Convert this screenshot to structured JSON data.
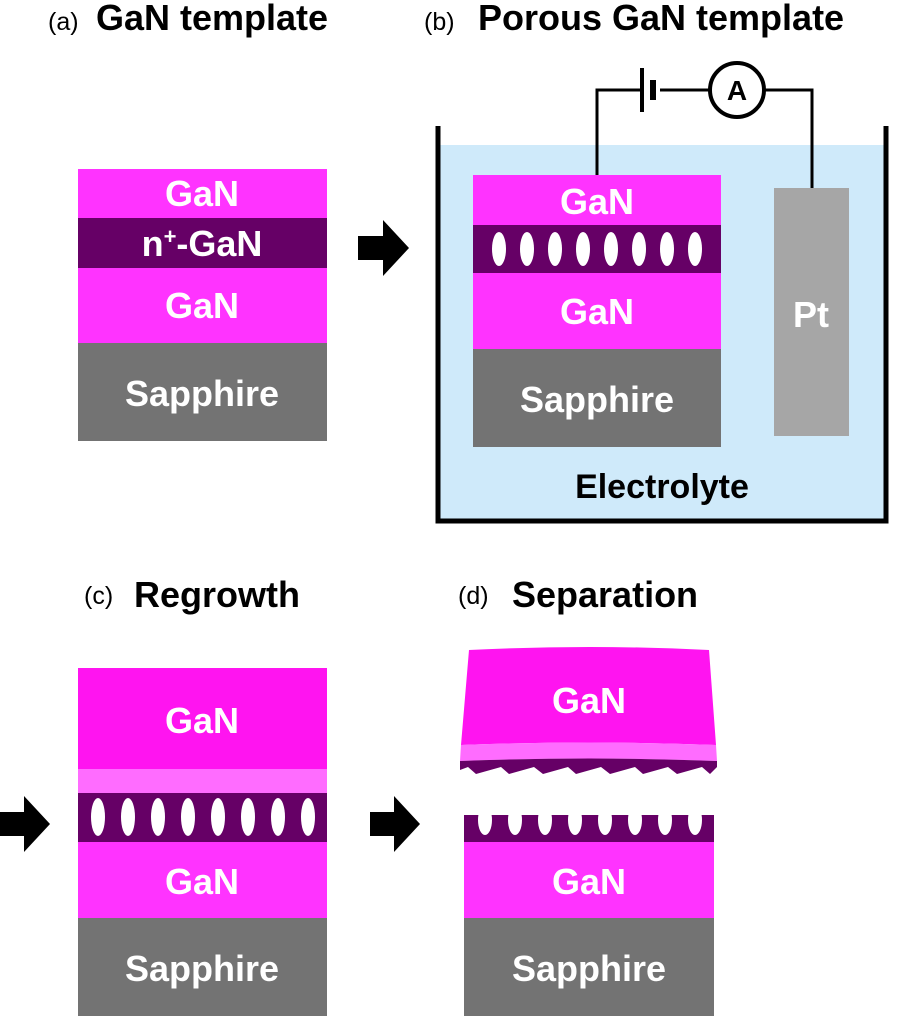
{
  "colors": {
    "gan": "#ff33ff",
    "gan_regrown": "#ff14f0",
    "gan_interlayer": "#ff6cff",
    "n_plus_gan": "#660066",
    "sapphire": "#737373",
    "pt": "#a6a6a6",
    "electrolyte": "#cfeafa",
    "pore": "#ffffff"
  },
  "panels": {
    "a": {
      "letter": "(a)",
      "title": "GaN template",
      "layers": {
        "top": "GaN",
        "doped_prefix": "n",
        "doped_sup": "+",
        "doped_suffix": "-GaN",
        "bottom": "GaN",
        "substrate": "Sapphire"
      }
    },
    "b": {
      "letter": "(b)",
      "title": "Porous GaN template",
      "layers": {
        "top": "GaN",
        "bottom": "GaN",
        "substrate": "Sapphire"
      },
      "electrode": "Pt",
      "ammeter": "A",
      "electrolyte": "Electrolyte"
    },
    "c": {
      "letter": "(c)",
      "title": "Regrowth",
      "layers": {
        "top": "GaN",
        "bottom": "GaN",
        "substrate": "Sapphire"
      }
    },
    "d": {
      "letter": "(d)",
      "title": "Separation",
      "layers": {
        "top": "GaN",
        "bottom": "GaN",
        "substrate": "Sapphire"
      }
    }
  }
}
